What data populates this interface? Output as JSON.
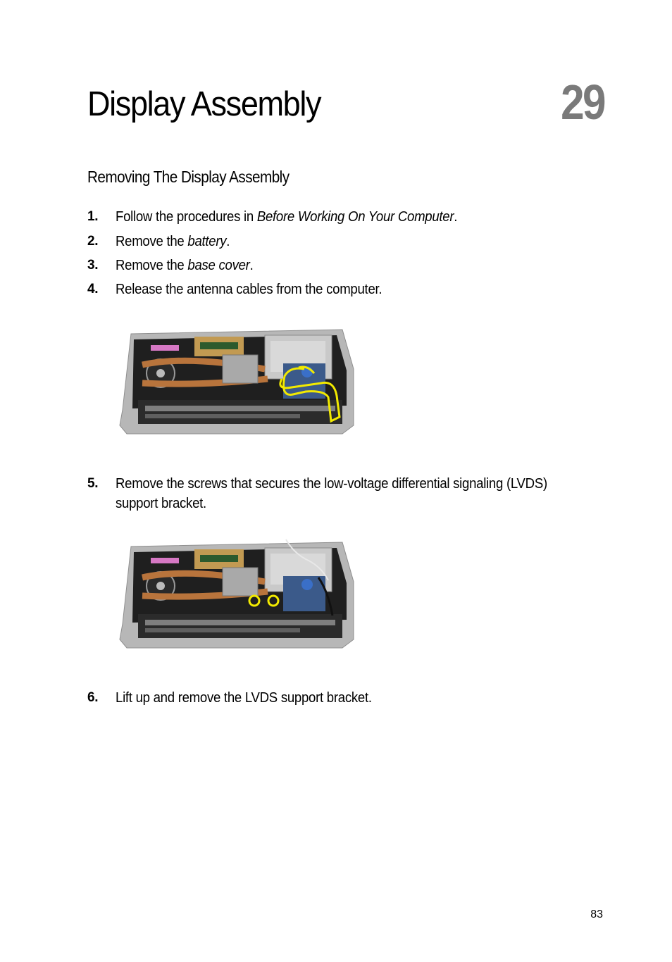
{
  "chapter": {
    "title": "Display Assembly",
    "number": "29"
  },
  "section": {
    "heading": "Removing The Display Assembly"
  },
  "steps": [
    {
      "num": "1.",
      "pre": "Follow the procedures in ",
      "em": "Before Working On Your Computer",
      "post": "."
    },
    {
      "num": "2.",
      "pre": "Remove the ",
      "em": "battery",
      "post": "."
    },
    {
      "num": "3.",
      "pre": "Remove the ",
      "em": "base cover",
      "post": "."
    },
    {
      "num": "4.",
      "pre": "Release the antenna cables from the computer.",
      "em": "",
      "post": ""
    },
    {
      "num": "5.",
      "pre": "Remove the screws that secures the low-voltage differential signaling (LVDS) support bracket.",
      "em": "",
      "post": ""
    },
    {
      "num": "6.",
      "pre": "Lift up and remove the LVDS support bracket.",
      "em": "",
      "post": ""
    }
  ],
  "colors": {
    "highlight": "#f2ea00",
    "chapter_number": "#7a7a7a"
  },
  "page_number": "83"
}
